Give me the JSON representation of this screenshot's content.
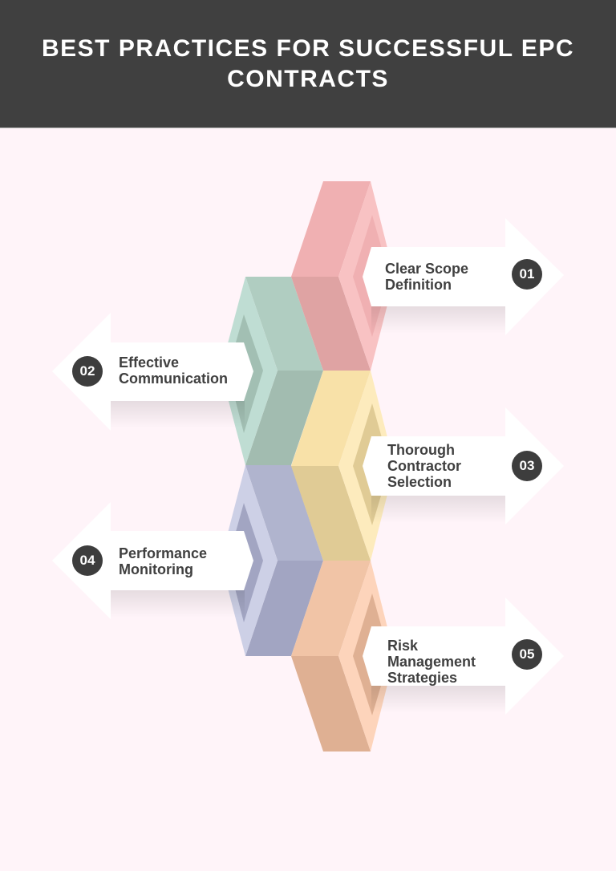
{
  "header": {
    "title": "BEST PRACTICES FOR SUCCESSFUL EPC CONTRACTS"
  },
  "colors": {
    "header_bg": "#404040",
    "page_bg": "#fff4f9",
    "badge_bg": "#3d3d3d",
    "text": "#404040"
  },
  "steps": [
    {
      "number": "01",
      "label": "Clear Scope Definition",
      "lines": [
        "Clear Scope",
        "Definition"
      ],
      "side": "right",
      "color": "pink"
    },
    {
      "number": "02",
      "label": "Effective Communication",
      "lines": [
        "Effective",
        "Communication"
      ],
      "side": "left",
      "color": "green"
    },
    {
      "number": "03",
      "label": "Thorough Contractor Selection",
      "lines": [
        "Thorough",
        "Contractor",
        "Selection"
      ],
      "side": "right",
      "color": "yellow"
    },
    {
      "number": "04",
      "label": "Performance Monitoring",
      "lines": [
        "Performance",
        "Monitoring"
      ],
      "side": "left",
      "color": "purple"
    },
    {
      "number": "05",
      "label": "Risk Management Strategies",
      "lines": [
        "Risk",
        "Management",
        "Strategies"
      ],
      "side": "right",
      "color": "orange"
    }
  ],
  "palette": {
    "pink": {
      "face_top": "#f0b0b2",
      "face_bottom": "#dfa3a3",
      "rim": "#f8c2c3",
      "inset": "#f0b0b2"
    },
    "green": {
      "face_top": "#b0cdc1",
      "face_bottom": "#a2bcb0",
      "rim": "#bfddd3",
      "inset": "#a2bfb3"
    },
    "yellow": {
      "face_top": "#f8e1a8",
      "face_bottom": "#e0cb95",
      "rim": "#fdebbd",
      "inset": "#e0cb95"
    },
    "purple": {
      "face_top": "#b0b4ce",
      "face_bottom": "#a2a5c2",
      "rim": "#cdd0e6",
      "inset": "#a2a5c2"
    },
    "orange": {
      "face_top": "#f1c4a6",
      "face_bottom": "#dfb093",
      "rim": "#fdd4bb",
      "inset": "#dfb093"
    }
  }
}
